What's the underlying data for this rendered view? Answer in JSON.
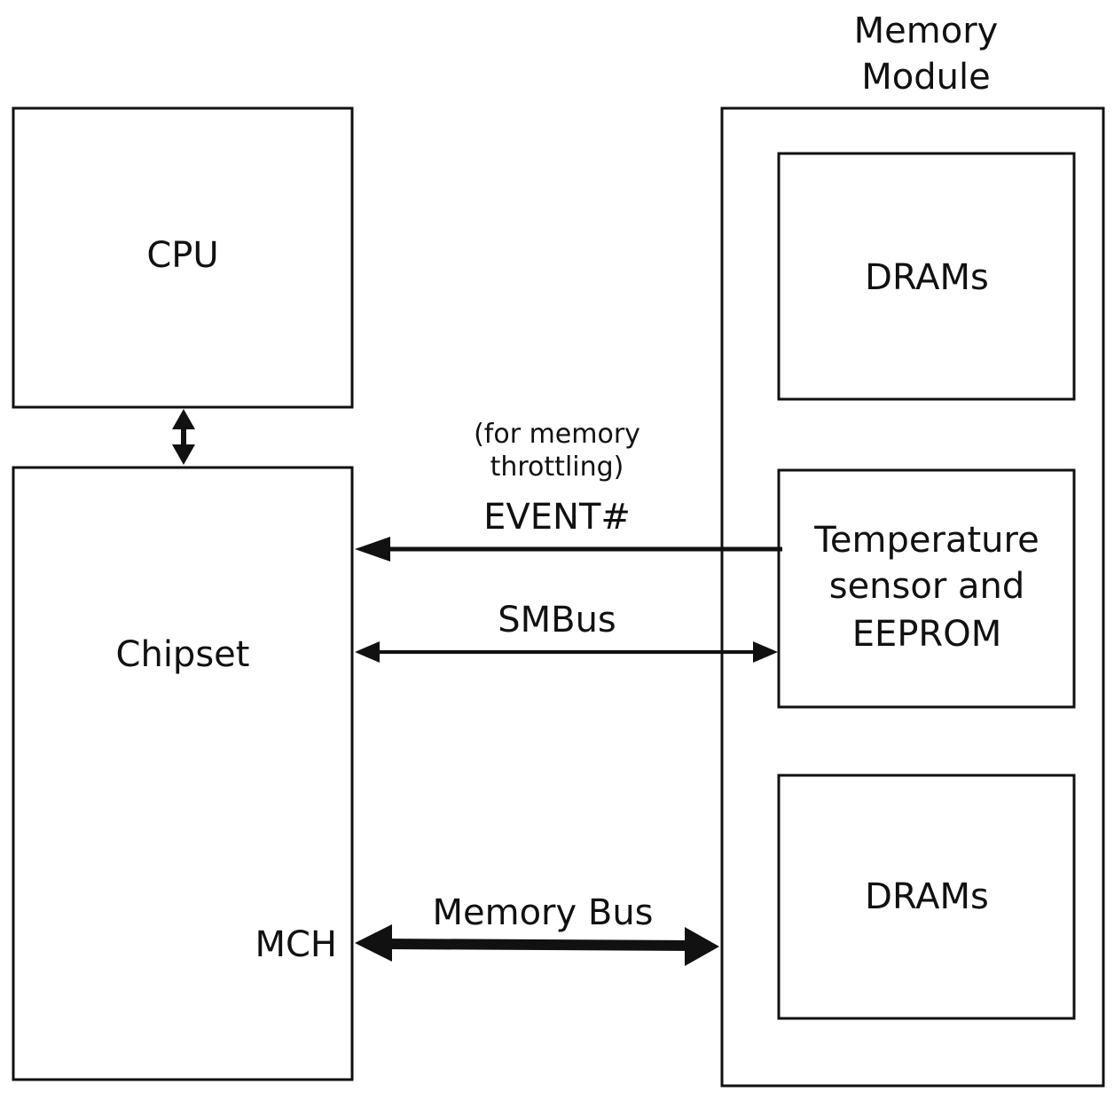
{
  "module_title": {
    "line1": "Memory",
    "line2": "Module"
  },
  "blocks": {
    "cpu": "CPU",
    "chipset": "Chipset",
    "mch": "MCH",
    "dram_top": "DRAMs",
    "sensor": {
      "line1": "Temperature",
      "line2": "sensor and",
      "line3": "EEPROM"
    },
    "dram_bottom": "DRAMs"
  },
  "signals": {
    "event_note": {
      "line1": "(for memory",
      "line2": "throttling)"
    },
    "event": "EVENT#",
    "smbus": "SMBus",
    "memory_bus": "Memory Bus"
  }
}
